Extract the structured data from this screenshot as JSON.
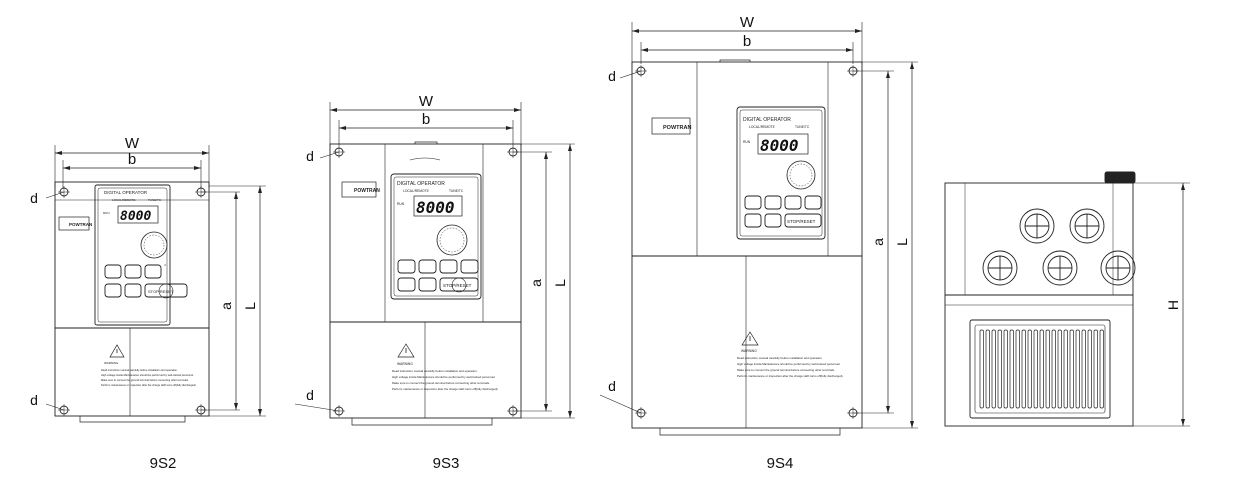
{
  "dimension_labels": {
    "width": "W",
    "hole_pitch_width": "b",
    "hole_pitch_height": "a",
    "length": "L",
    "hole_diameter": "d",
    "height": "H"
  },
  "models": [
    {
      "caption": "9S2"
    },
    {
      "caption": "9S3"
    },
    {
      "caption": "9S4"
    }
  ],
  "panel": {
    "title": "DIGITAL OPERATOR",
    "local_remote": "LOCAL/REMOTE",
    "tune_tc": "TUNE/TC",
    "run_indicator": "RUN",
    "display": "8000",
    "brand": "POWTRAN",
    "stop_reset": "STOP/RESET"
  },
  "warning": {
    "heading": "WARNING",
    "lines": [
      "Read instruction manual carefully before installation and operation.",
      "High voltage inside.Maintainance should be performed by well-trained personnel.",
      "Make sure to connect the ground terminal before connecting other terminals.",
      "Perform maintenance or inspection after the charge LED turns off(fully discharged)."
    ]
  }
}
